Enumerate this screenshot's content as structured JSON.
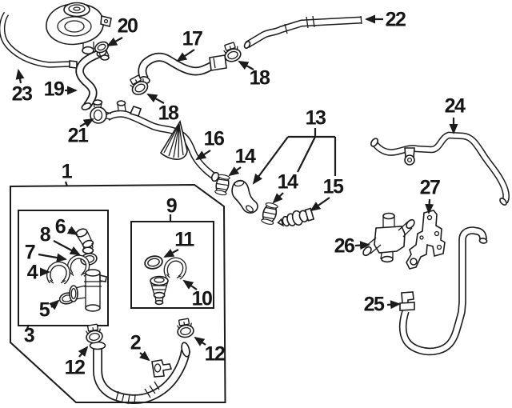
{
  "colors": {
    "background": "#ffffff",
    "ink": "#1b1b1b"
  },
  "labels": {
    "n1": "1",
    "n2": "2",
    "n3": "3",
    "n4": "4",
    "n5": "5",
    "n6": "6",
    "n7": "7",
    "n8": "8",
    "n9": "9",
    "n10": "10",
    "n11": "11",
    "n12": "12",
    "n13": "13",
    "n14": "14",
    "n15": "15",
    "n16": "16",
    "n17": "17",
    "n18": "18",
    "n19": "19",
    "n20": "20",
    "n21": "21",
    "n22": "22",
    "n23": "23",
    "n24": "24",
    "n25": "25",
    "n26": "26",
    "n27": "27"
  }
}
